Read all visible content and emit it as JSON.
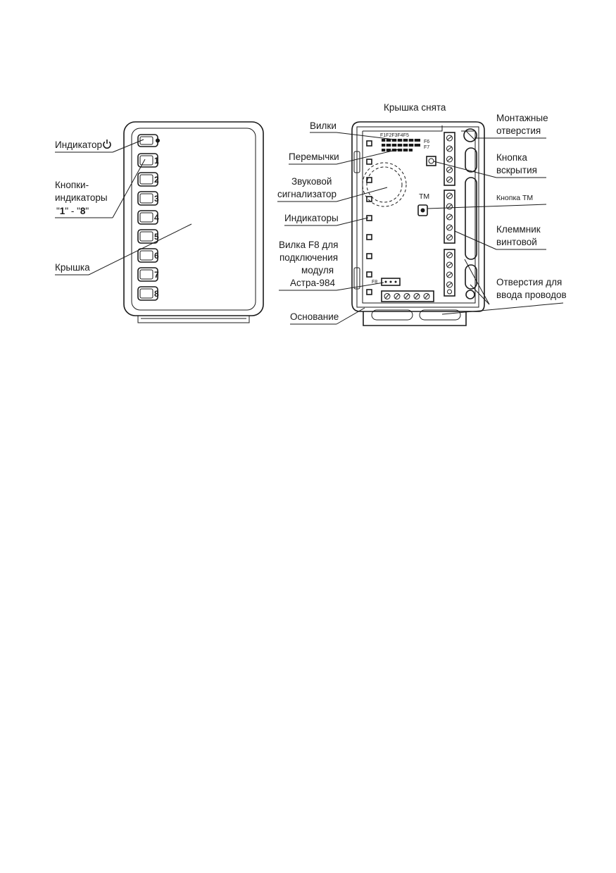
{
  "cover_view": {
    "labels": {
      "indicator": "Индикатор",
      "buttons_line1": "Кнопки-",
      "buttons_line2": "индикаторы",
      "buttons_range_q1": "\"",
      "buttons_range_from": "1",
      "buttons_range_mid": "\" - \"",
      "buttons_range_to": "8",
      "buttons_range_q2": "\"",
      "cover": "Крышка"
    },
    "button_numbers": [
      "1",
      "2",
      "3",
      "4",
      "5",
      "6",
      "7",
      "8"
    ],
    "power_icon": "power-icon"
  },
  "open_view": {
    "title": "Крышка снята",
    "left_labels": {
      "plugs": "Вилки",
      "jumpers": "Перемычки",
      "buzzer_line1": "Звуковой",
      "buzzer_line2": "сигнализатор",
      "indicators": "Индикаторы",
      "f8_line1": "Вилка F8 для",
      "f8_line2": "подключения",
      "f8_line3": "модуля",
      "f8_line4": "Астра-984",
      "base": "Основание"
    },
    "right_labels": {
      "mount_line1": "Монтажные",
      "mount_line2": "отверстия",
      "tamper_line1": "Кнопка",
      "tamper_line2": "вскрытия",
      "tm_button": "Кнопка ТМ",
      "terminal_line1": "Клеммник",
      "terminal_line2": "винтовой",
      "holes_line1": "Отверстия  для",
      "holes_line2": "ввода проводов"
    },
    "board_marks": {
      "plugs_row": "F1F2F3F4F5",
      "f6": "F6",
      "f7": "F7",
      "tm": "ТМ",
      "f8": "F8"
    }
  }
}
